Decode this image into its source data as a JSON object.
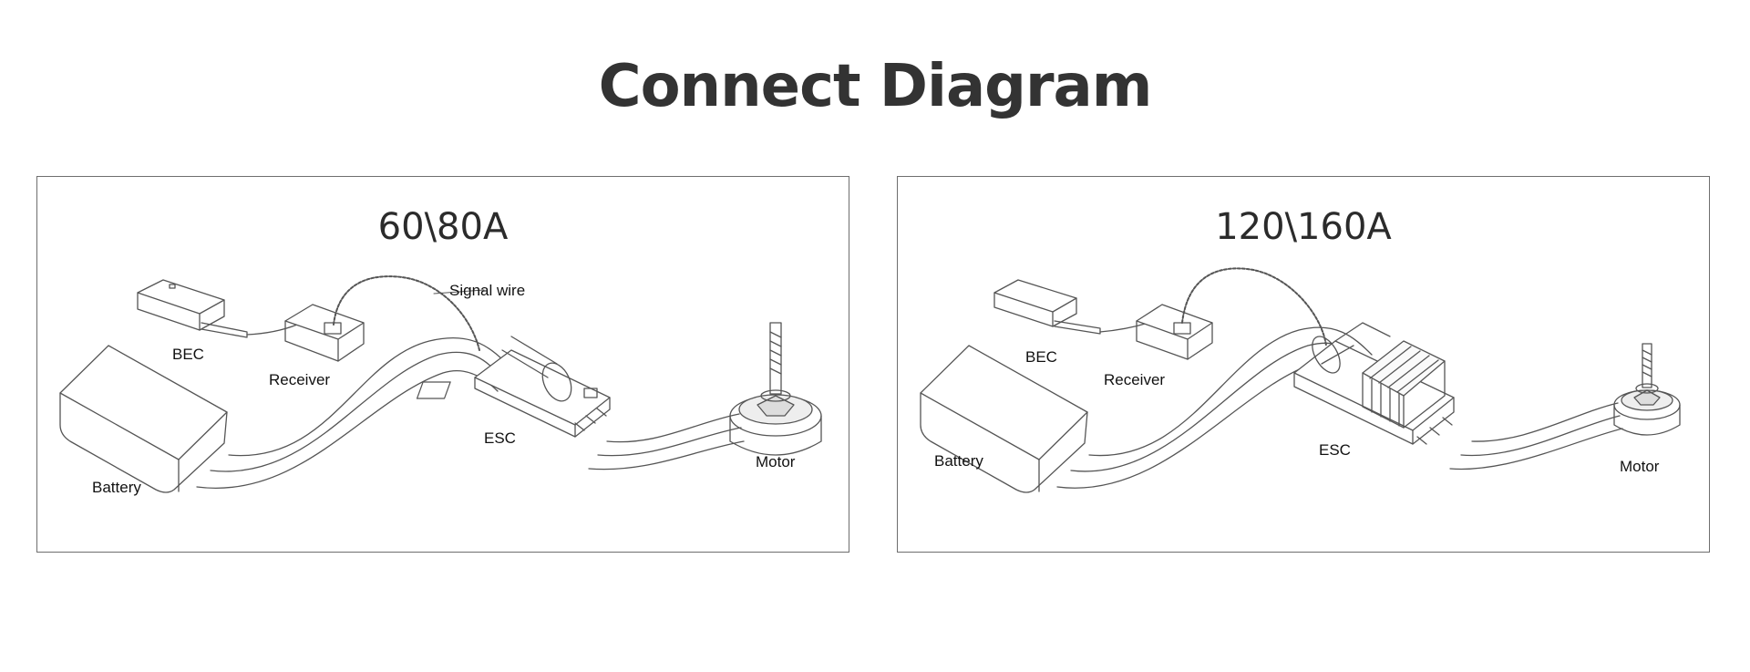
{
  "title": "Connect Diagram",
  "panels": [
    {
      "title": "60\\80A",
      "labels": {
        "bec": "BEC",
        "receiver": "Receiver",
        "signal_wire": "Signal wire",
        "esc": "ESC",
        "motor": "Motor",
        "battery": "Battery"
      }
    },
    {
      "title": "120\\160A",
      "labels": {
        "bec": "BEC",
        "receiver": "Receiver",
        "esc": "ESC",
        "motor": "Motor",
        "battery": "Battery"
      }
    }
  ]
}
